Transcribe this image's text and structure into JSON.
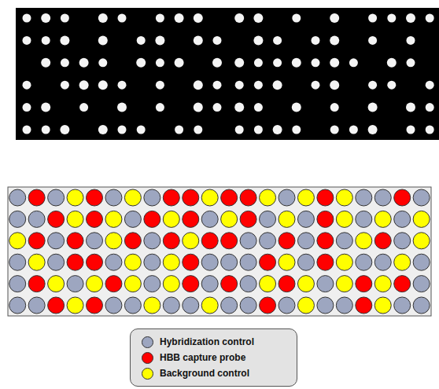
{
  "diagram": {
    "legend": [
      {
        "text": "Hybridization control",
        "color": "#9da6c0"
      },
      {
        "text": "HBB capture probe",
        "color": "#ff0000"
      },
      {
        "text": "Background control",
        "color": "#ffff00"
      }
    ]
  }
}
